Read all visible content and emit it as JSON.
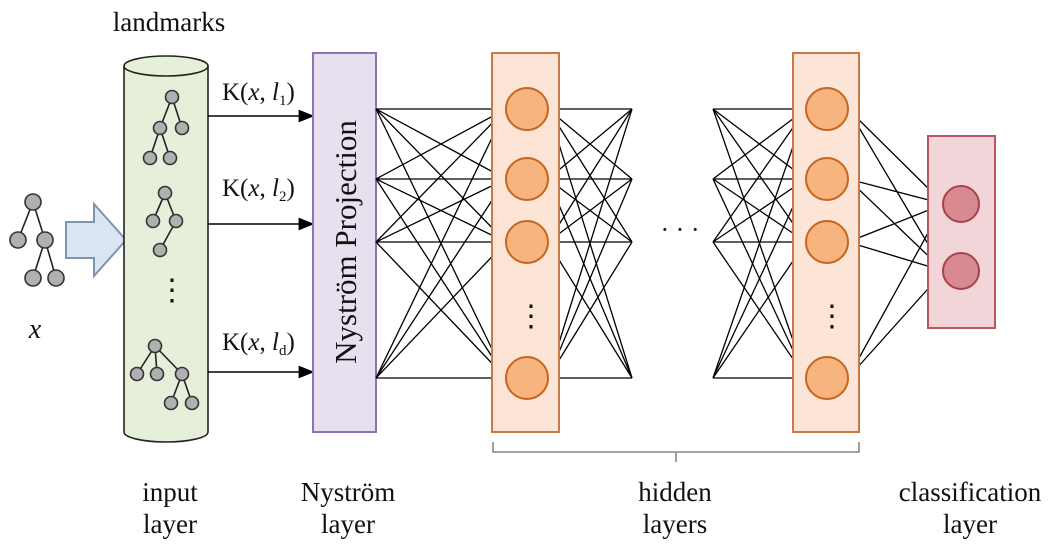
{
  "title_landmarks": "landmarks",
  "input_symbol": "x",
  "kernel_labels": [
    {
      "prefix": "K(",
      "var": "x",
      "sep": ", ",
      "l": "l",
      "sub": "1",
      "suffix": ")"
    },
    {
      "prefix": "K(",
      "var": "x",
      "sep": ", ",
      "l": "l",
      "sub": "2",
      "suffix": ")"
    },
    {
      "prefix": "K(",
      "var": "x",
      "sep": ", ",
      "l": "l",
      "sub": "d",
      "suffix": ")"
    }
  ],
  "nystrom_box_text": "Nyström  Projection",
  "ellipsis_vertical": "⋮",
  "ellipsis_horizontal": "· · ·",
  "bottom_labels": {
    "input_line1": "input",
    "input_line2": "layer",
    "nystrom_line1": "Nyström",
    "nystrom_line2": "layer",
    "hidden_line1": "hidden",
    "hidden_line2": "layers",
    "class_line1": "classification",
    "class_line2": "layer"
  },
  "colors": {
    "cylinder_fill": "#e6efd9",
    "nystrom_fill": "#e8e0ef",
    "nystrom_stroke": "#8f74b5",
    "hidden_fill": "#fce5d6",
    "hidden_stroke": "#c77a45",
    "neuron_fill": "#f7b47f",
    "neuron_stroke": "#c6651f",
    "class_fill": "#f2d5d8",
    "class_stroke": "#b85660",
    "class_neuron_fill": "#d98a90",
    "class_neuron_stroke": "#a8424b",
    "arrow_fill": "#dbe5f1",
    "arrow_stroke": "#7d94b5",
    "tree_node_fill": "#b0b0b0",
    "tree_node_stroke": "#333333"
  }
}
